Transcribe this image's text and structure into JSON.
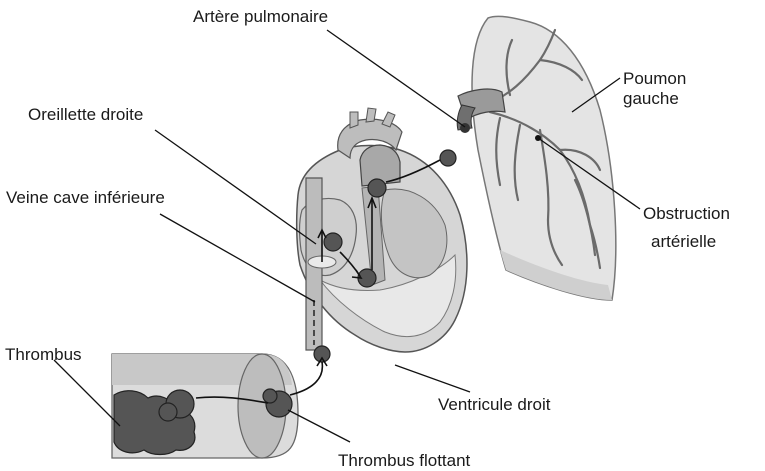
{
  "labels": {
    "pulmonary_artery": "Artère pulmonaire",
    "left_lung_line1": "Poumon",
    "left_lung_line2": "gauche",
    "right_atrium": "Oreillette droite",
    "inferior_vena_cava": "Veine cave inférieure",
    "arterial_obstruction_line1": "Obstruction",
    "arterial_obstruction_line2": "artérielle",
    "thrombus": "Thrombus",
    "right_ventricle": "Ventricule droit",
    "floating_thrombus": "Thrombus flottant"
  },
  "colors": {
    "tissue_light": "#e6e6e6",
    "tissue_mid": "#c8c8c8",
    "tissue_dark": "#8a8a8a",
    "vessel": "#5a5a5a",
    "clot": "#555555",
    "line": "#111111"
  }
}
